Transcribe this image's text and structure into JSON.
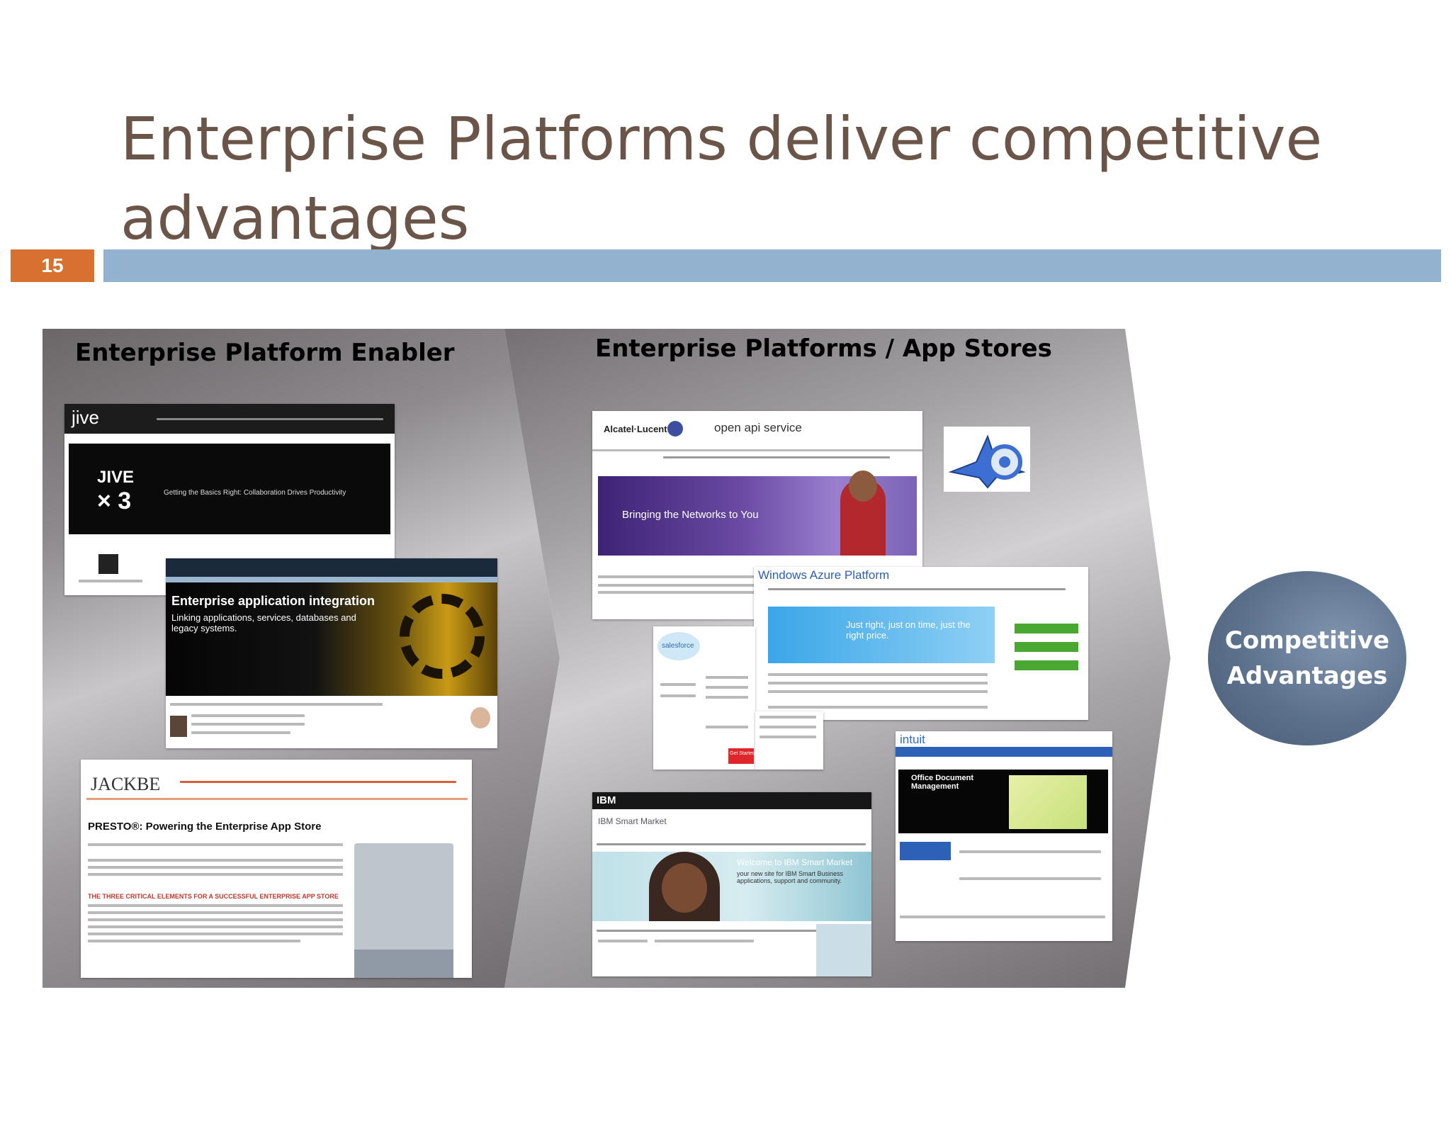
{
  "slide": {
    "title": "Enterprise Platforms deliver competitive advantages",
    "number": "15"
  },
  "left_section": {
    "label": "Enterprise Platform Enabler",
    "screenshots": {
      "jive": {
        "logo": "jive",
        "hero_brand": "JIVE",
        "hero_multiplier": "× 3",
        "hero_caption": "Getting the Basics Right: Collaboration Drives Productivity"
      },
      "eai": {
        "heading": "Enterprise application integration",
        "subheading": "Linking applications, services, databases and legacy systems."
      },
      "jackbe": {
        "logo": "JACKBE",
        "headline": "PRESTO®: Powering the Enterprise App Store",
        "subhead": "THE THREE CRITICAL ELEMENTS FOR A SUCCESSFUL ENTERPRISE APP STORE"
      }
    }
  },
  "right_section": {
    "label": "Enterprise Platforms / App Stores",
    "screenshots": {
      "alcatel": {
        "logo": "Alcatel·Lucent",
        "service_name": "open api service",
        "banner": "Bringing the Networks to You"
      },
      "azure": {
        "title": "Windows Azure Platform",
        "promo": "Just right, just on time, just the right price."
      },
      "salesforce": {
        "brand": "salesforce",
        "cta": "Get Started"
      },
      "intuit": {
        "logo": "intuit",
        "promo_title": "Office Document Management"
      },
      "ibm": {
        "logo": "IBM",
        "store_title": "IBM Smart Market",
        "welcome": "Welcome to IBM Smart Market",
        "welcome_body": "your new site for IBM Smart Business applications, support and community."
      }
    },
    "icons": [
      "google-app-engine-icon"
    ]
  },
  "callout": {
    "line1": "Competitive",
    "line2": "Advantages"
  },
  "colors": {
    "title": "#6a5548",
    "slide_number_bg": "#d8702f",
    "title_rule": "#93b2cf",
    "callout": "#5b708b"
  }
}
